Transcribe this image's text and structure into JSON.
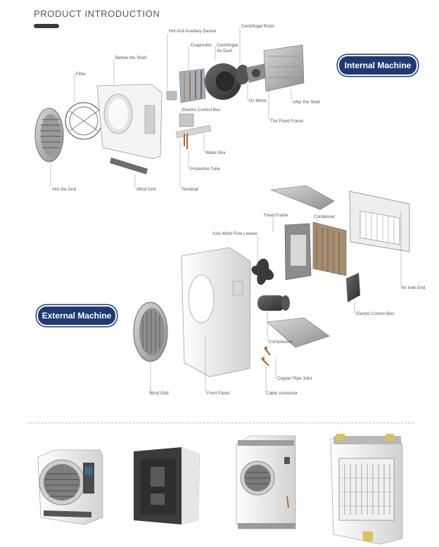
{
  "header": {
    "title": "PRODUCT INTRODUCTION"
  },
  "badges": {
    "internal": "Internal Machine",
    "external": "External Machine"
  },
  "internal_labels": {
    "hot_aux": "Hot And Auxiliary Device",
    "centrifugal_rotor": "Centrifugal Rotor",
    "evaporator": "Evaporator",
    "centrifugal_air_duct_1": "Centrifugal",
    "centrifugal_air_duct_2": "Air Duct",
    "before_shell": "Before the Shell",
    "filter": "Filter",
    "dc_motor": "Dc Motor",
    "after_shell": "After the Shell",
    "electric_control_box": "Electric Control Box",
    "fixed_frame": "The Fixed Frame",
    "water_box": "Water Box",
    "protective_tube": "Protective Tube",
    "terminal": "Terminal",
    "wind_grid": "Wind Grid",
    "into_grid": "Into the Grid"
  },
  "external_labels": {
    "fixed_frame": "Fixed Frame",
    "condenser": "Condenser",
    "axis_wind_flow_leaves": "Axis Wind Flow Leaves",
    "air_inlet_grid": "Air Inlet Grid",
    "electric_control_box": "Electric Control Box",
    "compressor": "Compressor",
    "copper_pipe_joint": "Copper Pipe Joint",
    "cable_connector": "Cable connector",
    "wind_grid": "Wind Grid",
    "front_panel": "Front Panel"
  },
  "icons": {
    "internal_assembly": "exploded-internal-unit-icon",
    "external_assembly": "exploded-external-unit-icon",
    "products": [
      "outdoor-unit-front-icon",
      "outdoor-unit-back-icon",
      "tall-unit-front-icon",
      "tall-unit-back-icon"
    ]
  },
  "colors": {
    "badge_bg": "#1f3a73",
    "divider": "#b9b9b9"
  }
}
